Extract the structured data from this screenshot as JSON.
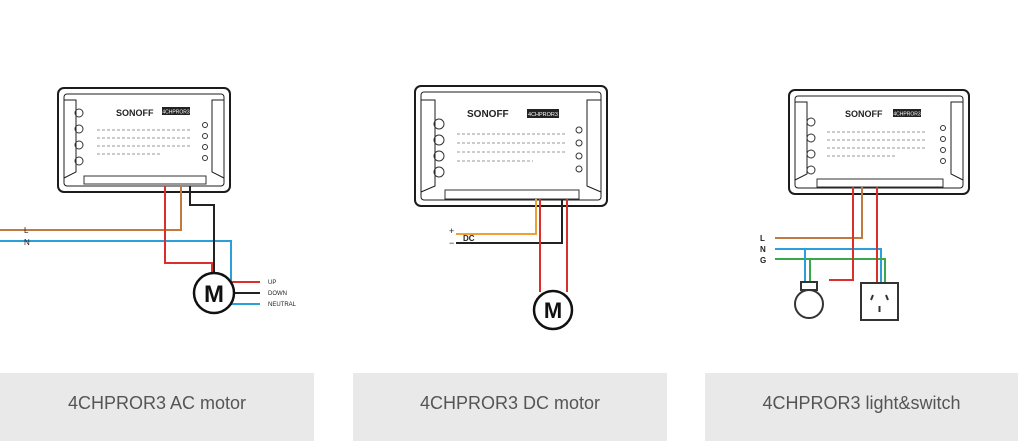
{
  "panels": [
    {
      "caption": "4CHPROR3 AC motor",
      "lines": [
        "L",
        "N"
      ],
      "motor": "M",
      "legend": [
        {
          "label": "UP",
          "color": "#d9302c"
        },
        {
          "label": "DOWN",
          "color": "#222222"
        },
        {
          "label": "NEUTRAL",
          "color": "#2b9fd8"
        }
      ]
    },
    {
      "caption": "4CHPROR3 DC motor",
      "plus": "+",
      "minus": "−",
      "dc": "DC",
      "motor": "M"
    },
    {
      "caption": "4CHPROR3 light&switch",
      "lines": [
        "L",
        "N",
        "G"
      ]
    }
  ],
  "device": {
    "brand": "SONOFF",
    "model": "4CHPROR3",
    "subtitle": "4-gang Wi-Fi Smart Switch with RF Control"
  },
  "colors": {
    "red": "#d9302c",
    "black": "#222222",
    "blue": "#2b9fd8",
    "brown": "#c07a40",
    "orange": "#f0a030",
    "green": "#3aa84a",
    "board": "#ffffff",
    "line": "#1c1c1c",
    "caption_bg": "#e9e9e9"
  }
}
